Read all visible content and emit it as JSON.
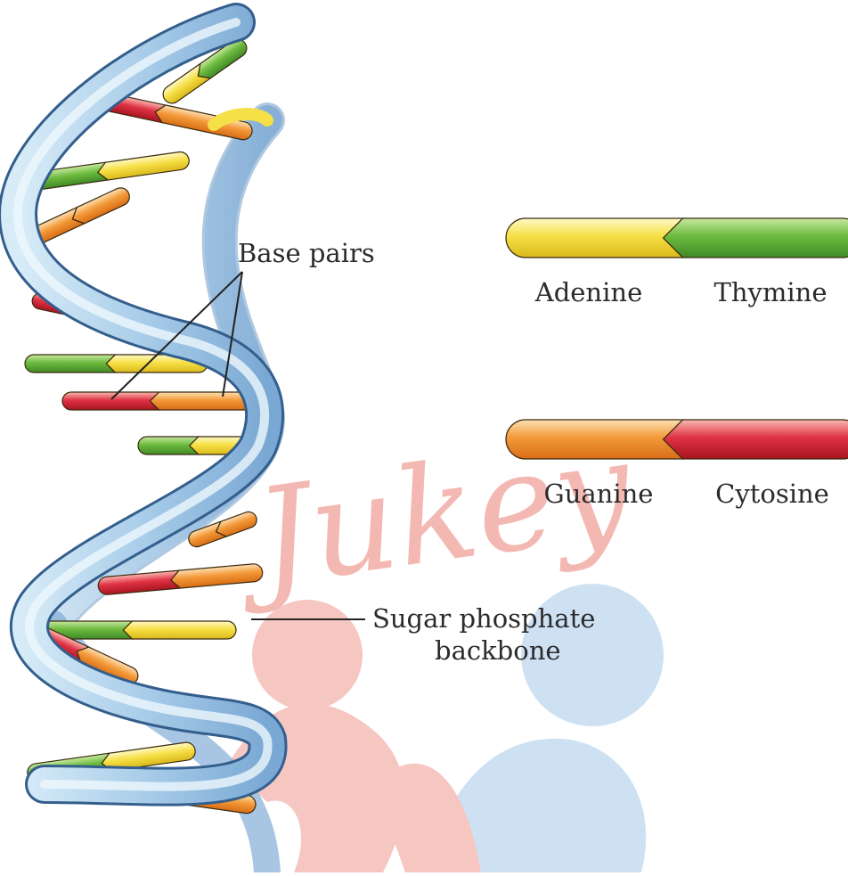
{
  "labels": {
    "base_pairs": "Base pairs",
    "sugar_line1": "Sugar phosphate",
    "sugar_line2": "backbone"
  },
  "legend": {
    "pair1": {
      "left": "Adenine",
      "right": "Thymine"
    },
    "pair2": {
      "left": "Guanine",
      "right": "Cytosine"
    }
  },
  "watermark": "Jukey",
  "colors": {
    "adenine": "#f3d92a",
    "thymine": "#62b43c",
    "guanine": "#ef8a2b",
    "cytosine": "#d8233a",
    "backbone": "#a8cde8",
    "watermark_red": "#f0a8a2",
    "watermark_blue": "#b7d3ec"
  }
}
